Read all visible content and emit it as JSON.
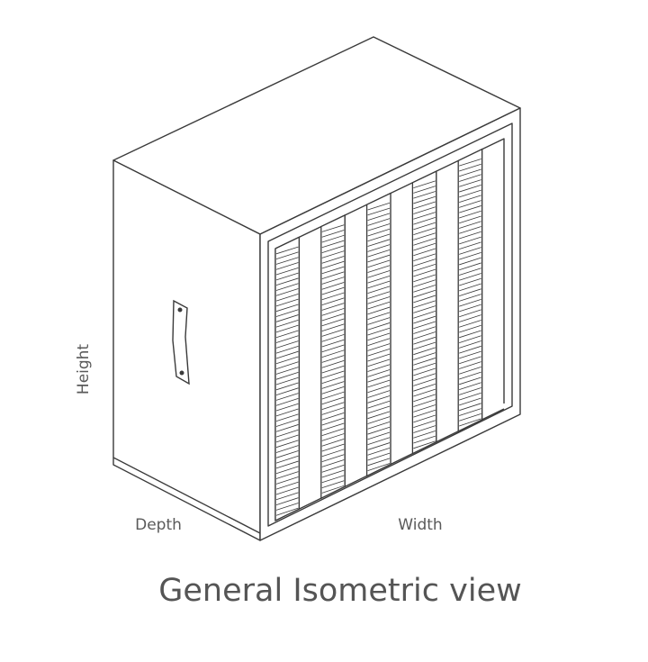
{
  "diagram": {
    "caption": "General Isometric view",
    "labels": {
      "height": "Height",
      "depth": "Depth",
      "width": "Width"
    },
    "colors": {
      "stroke": "#3a3a3a",
      "text": "#555555",
      "background": "#ffffff"
    },
    "pocket_count": 5
  }
}
